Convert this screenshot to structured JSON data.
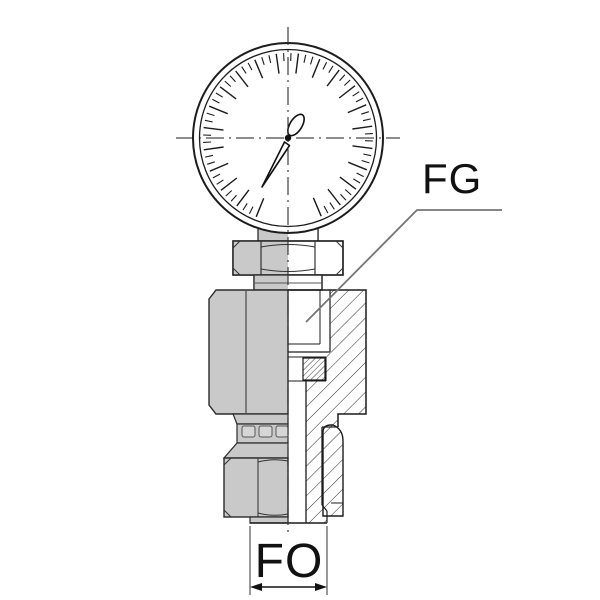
{
  "diagram": {
    "type": "technical-section-drawing",
    "subject": "pressure-gauge-on-sectioned-fitting",
    "labels": {
      "fg": "FG",
      "fo": "FO"
    },
    "colors": {
      "background": "#ffffff",
      "line": "#1c1c1c",
      "metal_gray": "#c9c9c9",
      "leader_gray": "#757575",
      "hatch": "#2b2b2b"
    }
  }
}
